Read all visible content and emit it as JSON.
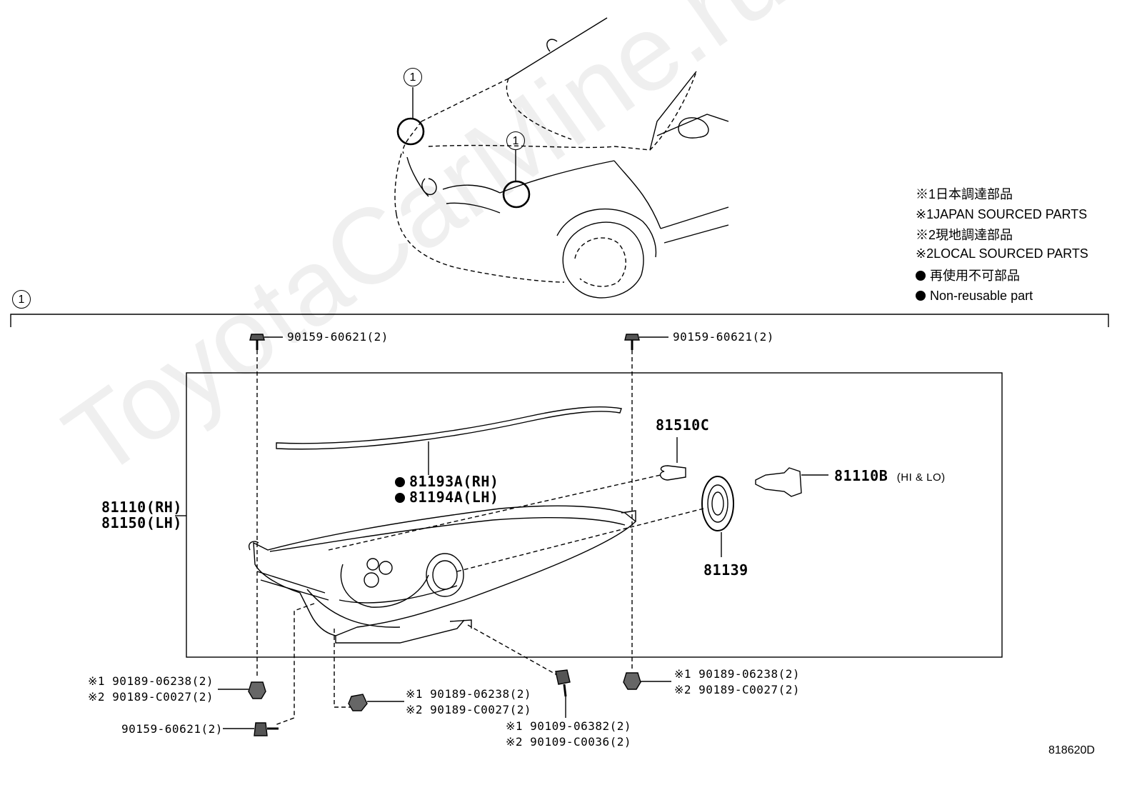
{
  "watermark": "ToyotaCarMine.ru",
  "callout": "1",
  "legend": [
    {
      "mark": "※1",
      "text": "日本調達部品"
    },
    {
      "mark": "※1",
      "text": "JAPAN SOURCED PARTS"
    },
    {
      "mark": "※2",
      "text": "現地調達部品"
    },
    {
      "mark": "※2",
      "text": "LOCAL SOURCED PARTS"
    },
    {
      "mark": "●",
      "text": "再使用不可部品"
    },
    {
      "mark": "●",
      "text": "Non-reusable part"
    }
  ],
  "parts": {
    "headlamp_rh": "81110(RH)",
    "headlamp_lh": "81150(LH)",
    "molding_rh": "81193A(RH)",
    "molding_lh": "81194A(LH)",
    "bulb_small": "81510C",
    "bulb_hilo": "81110B",
    "bulb_hilo_note": "(HI & LO)",
    "cap": "81139",
    "screw_top_left": "90159-60621(2)",
    "screw_top_right": "90159-60621(2)",
    "screw_bottom_left": "90159-60621(2)",
    "nut_left_1": "※1 90189-06238(2)",
    "nut_left_2": "※2 90189-C0027(2)",
    "nut_mid_1": "※1 90189-06238(2)",
    "nut_mid_2": "※2 90189-C0027(2)",
    "nut_right_1": "※1 90189-06238(2)",
    "nut_right_2": "※2 90189-C0027(2)",
    "bolt_1": "※1 90109-06382(2)",
    "bolt_2": "※2 90109-C0036(2)"
  },
  "diagram_code": "818620D"
}
